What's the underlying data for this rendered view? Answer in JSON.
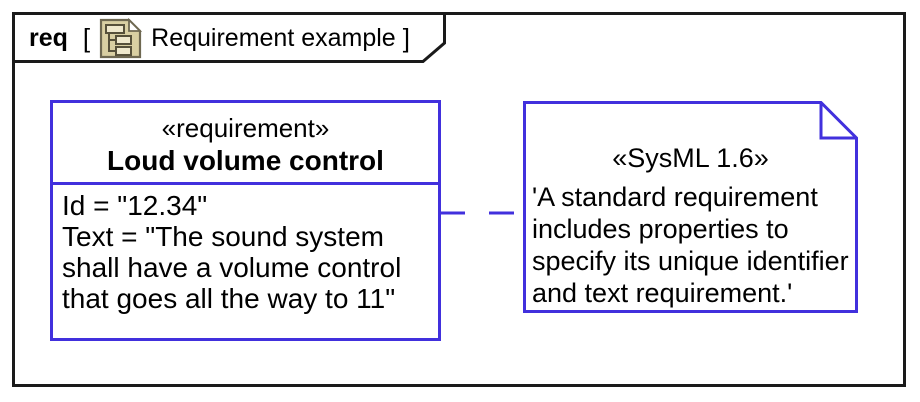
{
  "diagram": {
    "frame": {
      "kind_label": "req",
      "open_bracket": "[",
      "close_bracket": "]",
      "title": "Requirement example",
      "icon": "requirement-diagram-icon"
    },
    "requirement_box": {
      "stereotype": "«requirement»",
      "name": "Loud volume control",
      "body": "Id = \"12.34\"\nText = \"The sound system\nshall have a volume control\nthat goes all the way to 11\""
    },
    "note": {
      "stereotype": "«SysML 1.6»",
      "body": "'A standard requirement\nincludes properties to\nspecify its unique identifier\nand text requirement.'"
    },
    "connector": {
      "type": "dashed-anchor-line"
    },
    "colors": {
      "element_border": "#4130dd",
      "frame_border": "#1a1a1a",
      "text": "#000000",
      "icon_page_fill": "#d9cfa2",
      "icon_outline": "#6e6851",
      "icon_box_fill": "#efe8cc"
    }
  }
}
